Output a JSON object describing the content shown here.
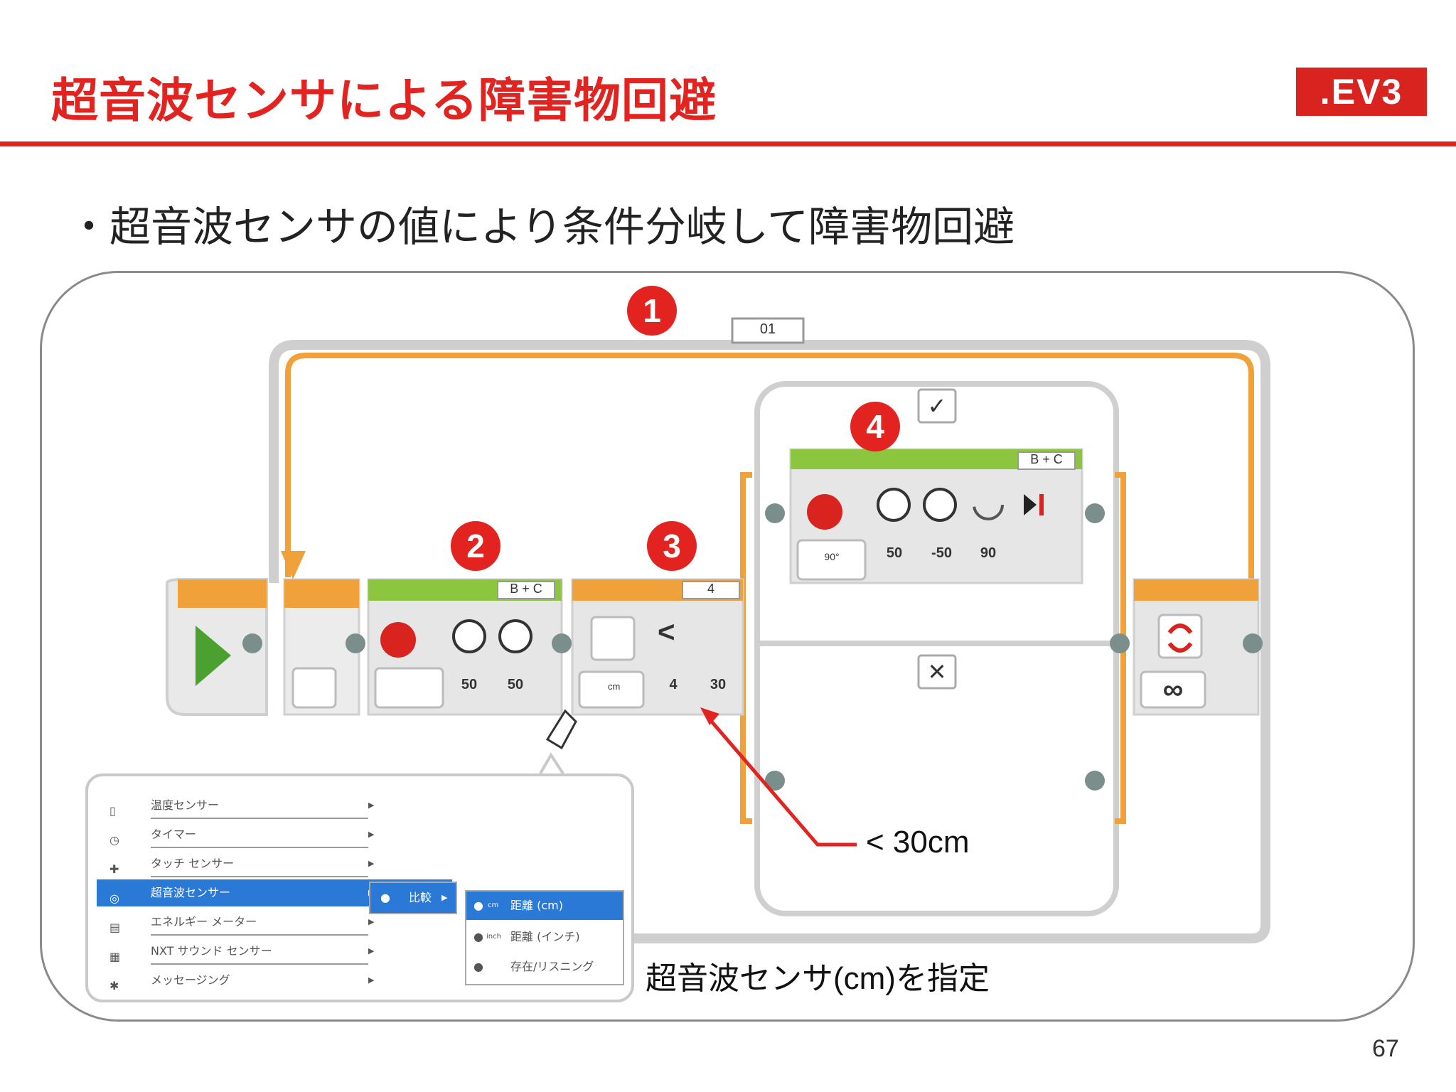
{
  "slide": {
    "title": "超音波センサによる障害物回避",
    "logo": ".EV3",
    "bullet": "・超音波センサの値により条件分岐して障害物回避",
    "page_number": "67"
  },
  "markers": [
    "1",
    "2",
    "3",
    "4"
  ],
  "program": {
    "loop_name": "01",
    "move_block_ports": "B + C",
    "move_block_left": "50",
    "move_block_right": "50",
    "switch_port": "4",
    "compare_op": "<",
    "switch_port_value": "4",
    "threshold": "30",
    "unit": "cm",
    "inner_ports": "B + C",
    "inner_left": "50",
    "inner_right": "-50",
    "inner_degrees": "90",
    "inner_rotate_label": "90°",
    "true_case": "✓",
    "false_case": "✕",
    "loop_end": "∞"
  },
  "annotations": {
    "threshold_note": "< 30cm",
    "menu_note": "超音波センサ(cm)を指定"
  },
  "menu": {
    "items": [
      "温度センサー",
      "タイマー",
      "タッチ センサー",
      "超音波センサー",
      "エネルギー メーター",
      "NXT サウンド センサー",
      "メッセージング"
    ],
    "selected_index": 3,
    "submenu": "比較",
    "options": [
      "距離 (cm)",
      "距離 (インチ)",
      "存在/リスニング"
    ],
    "option_tags": [
      "cm",
      "inch",
      ""
    ]
  },
  "colors": {
    "accent": "#e3231f",
    "loop_orange": "#f0a13a",
    "move_green": "#8cc63f",
    "menu_select": "#2a79d6"
  }
}
